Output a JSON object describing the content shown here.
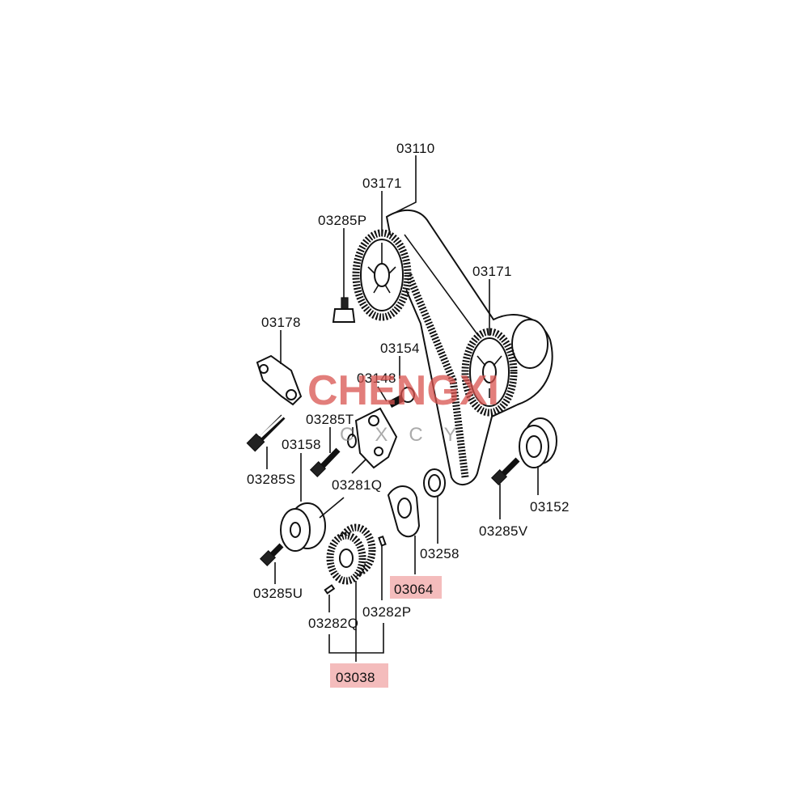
{
  "diagram": {
    "labels": {
      "p03110": "03110",
      "p03171a": "03171",
      "p03171b": "03171",
      "p03285P": "03285P",
      "p03178": "03178",
      "p03154": "03154",
      "p03148": "03148",
      "p03285T": "03285T",
      "p03158": "03158",
      "p03285S": "03285S",
      "p03281Q": "03281Q",
      "p03152": "03152",
      "p03285V": "03285V",
      "p03258": "03258",
      "p03064": "03064",
      "p03285U": "03285U",
      "p03282Q": "03282Q",
      "p03282P": "03282P",
      "p03038": "03038"
    },
    "highlighted": [
      "03064",
      "03038"
    ],
    "highlight_color": "#f4bcbc"
  },
  "watermark": {
    "brand": "CHENGXI",
    "sub": "CXCY",
    "color": "#d9534f"
  }
}
